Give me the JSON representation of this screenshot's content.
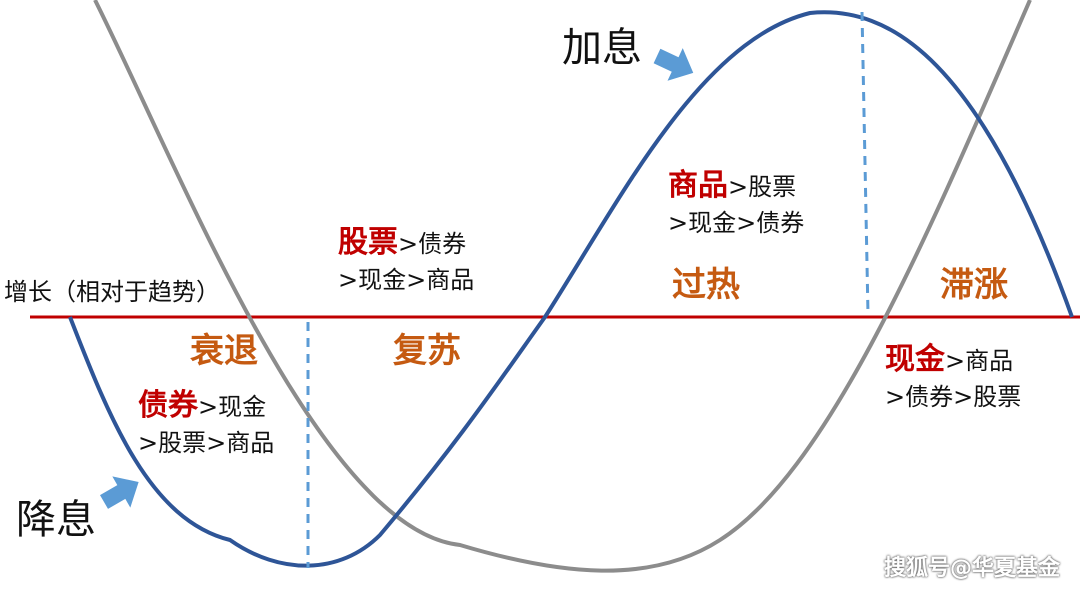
{
  "axis": {
    "label": "增长（相对于趋势）"
  },
  "phases": [
    {
      "id": "recession",
      "name": "衰退",
      "top_asset": "债券",
      "line1_rest": ">现金",
      "line2": ">股票>商品"
    },
    {
      "id": "recovery",
      "name": "复苏",
      "top_asset": "股票",
      "line1_rest": ">债券",
      "line2": ">现金>商品"
    },
    {
      "id": "overheat",
      "name": "过热",
      "top_asset": "商品",
      "line1_rest": ">股票",
      "line2": ">现金>债券"
    },
    {
      "id": "stagflation",
      "name": "滞涨",
      "top_asset": "现金",
      "line1_rest": ">商品",
      "line2": ">债券>股票"
    }
  ],
  "policy": {
    "cut": "降息",
    "hike": "加息"
  },
  "watermark": "搜狐号@华夏基金",
  "colors": {
    "growth_curve": "#2e5597",
    "gray_curve": "#8c8c8c",
    "axis_line": "#c00000",
    "divider": "#5b9bd5",
    "phase_label": "#c55a11",
    "top_asset": "#c00000",
    "arrow": "#5b9bd5"
  },
  "icons": [
    "arrow-right-icon",
    "arrow-right-icon"
  ]
}
